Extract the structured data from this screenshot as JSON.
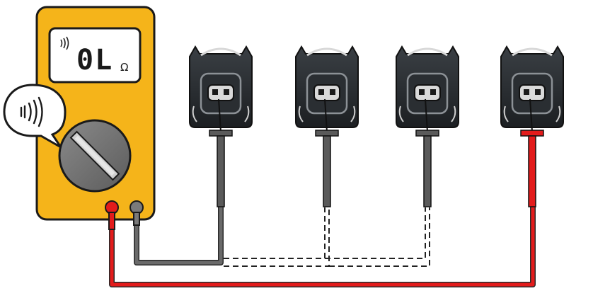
{
  "multimeter": {
    "display_value": "0L",
    "display_unit": "Ω",
    "body_color": "#f5b41a",
    "mode": "continuity"
  },
  "callout": {
    "icon": "continuity-sound-icon"
  },
  "leads": {
    "black": {
      "color": "#5a5a5a"
    },
    "red": {
      "color": "#e31b1b"
    }
  },
  "connectors": [
    {
      "probe": "black",
      "line": "solid"
    },
    {
      "probe": "black",
      "line": "dashed"
    },
    {
      "probe": "black",
      "line": "dashed"
    },
    {
      "probe": "red",
      "line": "solid"
    }
  ]
}
